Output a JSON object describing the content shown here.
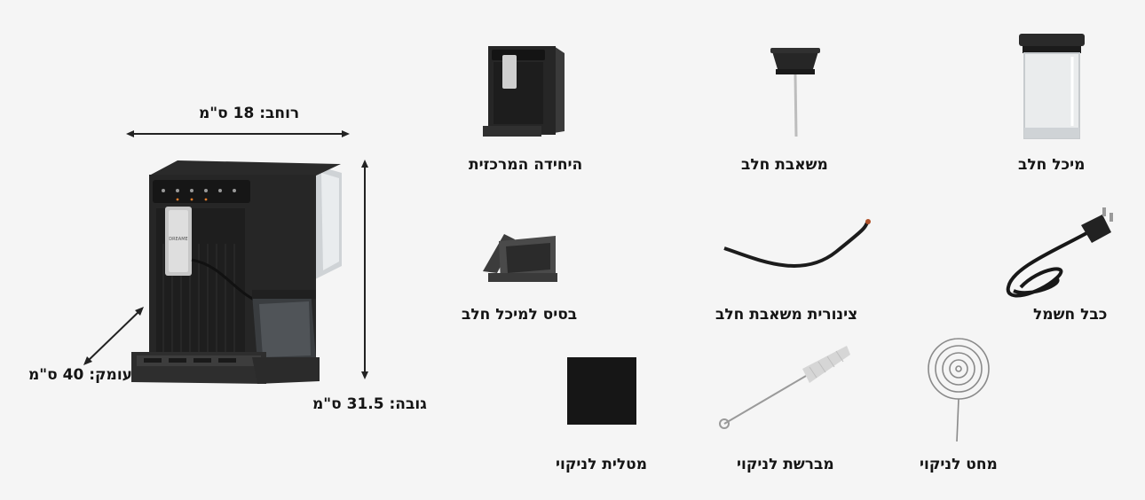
{
  "dimensions": {
    "width": "רוחב: 18 ס\"מ",
    "height": "גובה: 31.5 ס\"מ",
    "depth": "עומק: 40 ס\"מ"
  },
  "brand": "DREAME",
  "items": {
    "main_unit": "היחידה המרכזית",
    "milk_pump": "משאבת חלב",
    "milk_container": "מיכל חלב",
    "container_base": "בסיס למיכל חלב",
    "pump_tube": "צינורית משאבת חלב",
    "power_cable": "כבל חשמל",
    "cleaning_cloth": "מטלית לניקוי",
    "cleaning_brush": "מברשת לניקוי",
    "cleaning_needle": "מחט לניקוי"
  }
}
